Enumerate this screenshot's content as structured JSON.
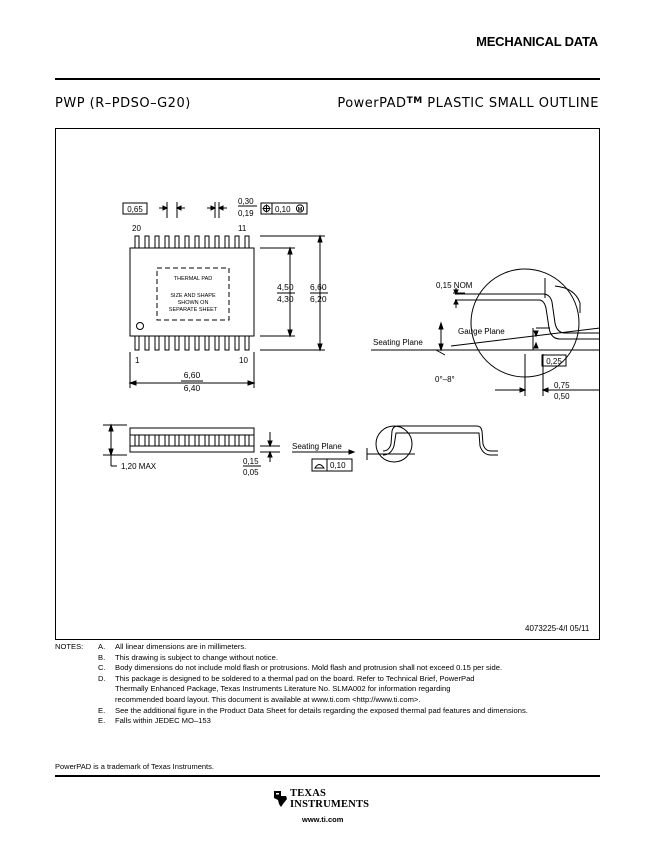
{
  "header": {
    "section_title": "MECHANICAL DATA",
    "package_name": "PWP (R–PDSO–G20)",
    "package_desc_main": "PowerPAD",
    "package_desc_tm": "TM",
    "package_desc_rest": " PLASTIC SMALL OUTLINE"
  },
  "drawing": {
    "pin_pitch": "0,65",
    "lead_width_max": "0,30",
    "lead_width_min": "0,19",
    "position_tolerance": "0,10",
    "pin_20": "20",
    "pin_11": "11",
    "pin_1": "1",
    "pin_10": "10",
    "pad_line1": "THERMAL PAD",
    "pad_line2": "SIZE AND SHAPE",
    "pad_line3": "SHOWN ON",
    "pad_line4": "SEPARATE SHEET",
    "body_width_max": "4,50",
    "body_width_min": "4,30",
    "overall_width_max": "6,60",
    "overall_width_min": "6,20",
    "body_length_max": "6,60",
    "body_length_min": "6,40",
    "lead_thickness": "0,15 NOM",
    "gauge_plane": "Gauge Plane",
    "seating_plane": "Seating Plane",
    "gauge_dim": "0,25",
    "angle": "0°–8°",
    "foot_max": "0,75",
    "foot_min": "0,50",
    "height_max": "1,20 MAX",
    "standoff_max": "0,15",
    "standoff_min": "0,05",
    "coplanarity": "0,10",
    "seating_plane_2": "Seating Plane",
    "doc_number": "4073225-4/I 05/11"
  },
  "notes": {
    "label": "NOTES:",
    "items": [
      {
        "letter": "A.",
        "text": "All linear dimensions are in millimeters."
      },
      {
        "letter": "B.",
        "text": "This drawing is subject to change without notice."
      },
      {
        "letter": "C.",
        "text": "Body dimensions do not include mold flash or protrusions. Mold flash and protrusion shall not exceed 0.15 per side."
      },
      {
        "letter": "D.",
        "text": "This package is designed to be soldered to a thermal pad on the board.  Refer to Technical Brief, PowerPad"
      },
      {
        "letter": "",
        "text": "Thermally Enhanced Package, Texas Instruments Literature No. SLMA002 for information regarding"
      },
      {
        "letter": "",
        "text": "recommended board layout.  This document is available at www.ti.com <http://www.ti.com>."
      },
      {
        "letter": "E.",
        "text": "See the additional figure in the Product Data Sheet for details regarding the exposed thermal pad features and dimensions."
      },
      {
        "letter": "E.",
        "text": "Falls within JEDEC MO–153"
      }
    ]
  },
  "trademark": "PowerPAD is a trademark of Texas Instruments.",
  "footer": {
    "brand_line1": "TEXAS",
    "brand_line2": "INSTRUMENTS",
    "url": "www.ti.com"
  }
}
